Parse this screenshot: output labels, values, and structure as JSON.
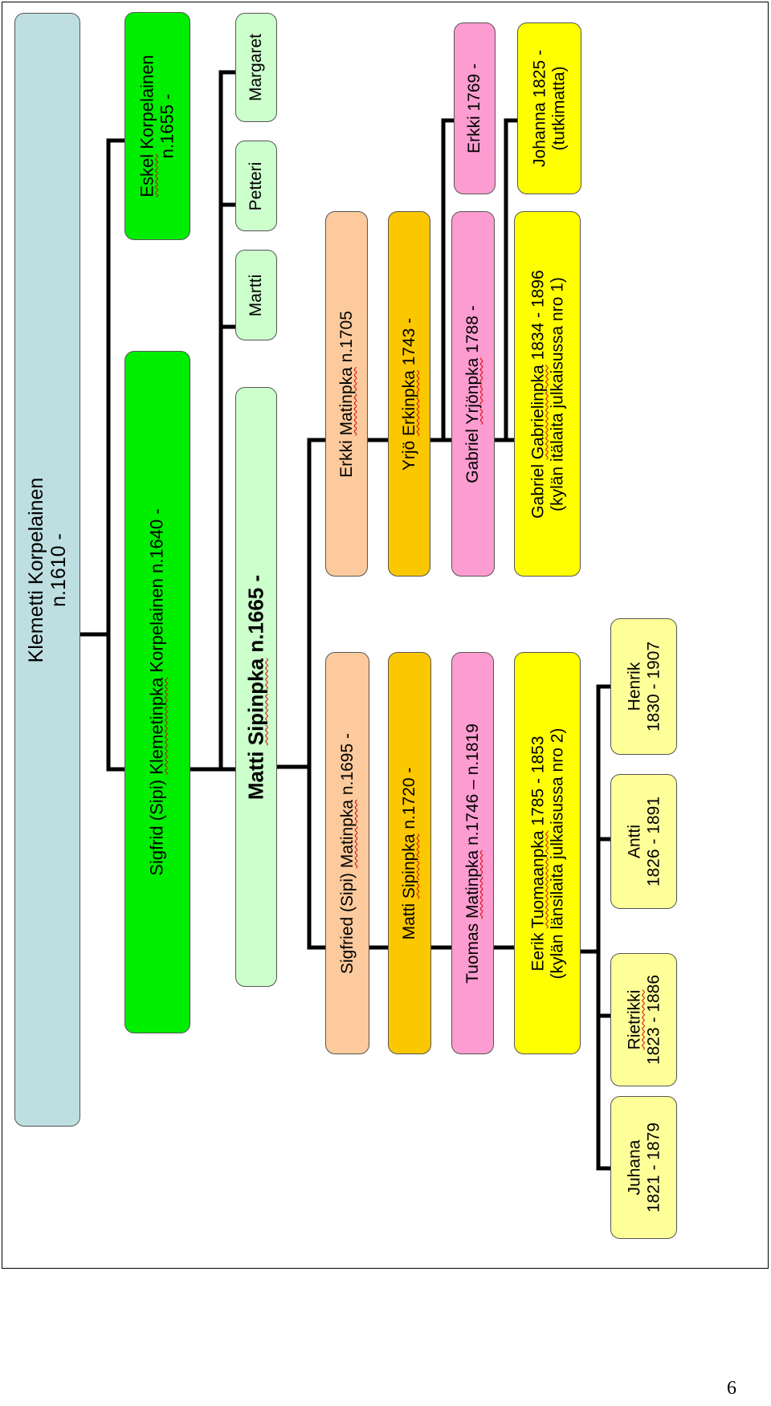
{
  "colors": {
    "root": "#bedfe2",
    "gen1": "#00ee00",
    "gen2": "#ccffcc",
    "gen3": "#fcca9c",
    "gen4": "#fbc700",
    "gen5": "#fd9cd0",
    "gen6": "#ffff00",
    "gen7": "#ffff99"
  },
  "people": {
    "klemetti": {
      "line1": "Klemetti Korpelainen",
      "line2": "n.1610 -"
    },
    "sigfrid": {
      "pre": "Sigfrid (Sipi) ",
      "u": "Klemetinpka",
      "post": " Korpelainen n.1640 -"
    },
    "eskel": {
      "u": "Eskel",
      "line1_rest": " Korpelainen",
      "line2": "n.1655 -"
    },
    "matti_1665": {
      "pre": "Matti ",
      "u": "Sipinpka",
      "post": " n.1665 -"
    },
    "martti": {
      "label": "Martti"
    },
    "petteri": {
      "label": "Petteri"
    },
    "margaret": {
      "label": "Margaret"
    },
    "sigfried": {
      "pre": "Sigfried (Sipi) ",
      "u": "Matinpka",
      "post": " n.1695 -"
    },
    "erkki_1705": {
      "pre": "Erkki ",
      "u": "Matinpka",
      "post": " n.1705"
    },
    "matti_1720": {
      "pre": "Matti ",
      "u": "Sipinpka",
      "post": " n.1720 -"
    },
    "yrjo": {
      "pre": "Yrjö ",
      "u": "Erkinpka",
      "post": " 1743 -"
    },
    "tuomas": {
      "pre": "Tuomas ",
      "u": "Matinpka",
      "post": " n.1746 – n.1819"
    },
    "gabriel_1788": {
      "pre": "Gabriel ",
      "u": "Yrjönpka",
      "post": " 1788 -"
    },
    "erkki_1769": {
      "label": "Erkki 1769 -"
    },
    "eerik": {
      "pre": "Eerik ",
      "u": "Tuomaanpka",
      "post": " 1785 - 1853",
      "line2": "(kylän länsilaita julkaisussa nro 2)"
    },
    "gabriel_1834": {
      "pre": "Gabriel ",
      "u": "Gabrielinpka",
      "post": " 1834 - 1896",
      "line2": "(kylän itälaita julkaisussa nro 1)"
    },
    "johanna": {
      "line1": "Johanna 1825 -",
      "line2": "(tutkimatta)"
    },
    "juhana": {
      "line1": "Juhana",
      "line2": "1821 - 1879"
    },
    "rietrikki": {
      "u": "Rietrikki",
      "line2": "1823 - 1886"
    },
    "antti": {
      "line1": "Antti",
      "line2": "1826 - 1891"
    },
    "henrik": {
      "line1": "Henrik",
      "line2": "1830 - 1907"
    }
  },
  "page_number": "6"
}
